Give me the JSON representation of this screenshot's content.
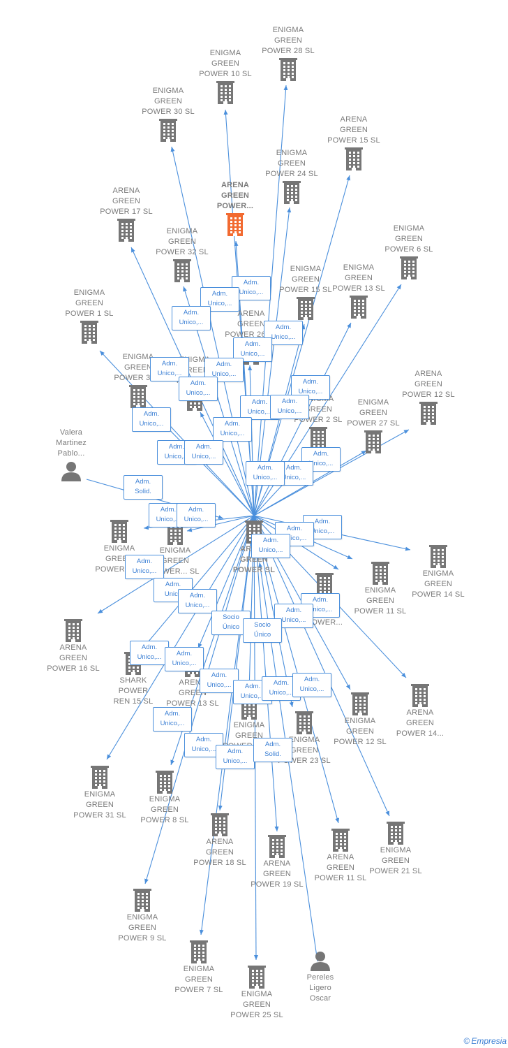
{
  "colors": {
    "edge": "#4a8fdc",
    "building": "#767676",
    "central_building": "#f26a31",
    "badge_text": "#3b7fd4",
    "label": "#7a7a7a"
  },
  "nodes": [
    {
      "id": "enigma28",
      "label": "ENIGMA\nGREEN\nPOWER 28  SL",
      "kind": "company"
    },
    {
      "id": "enigma10",
      "label": "ENIGMA\nGREEN\nPOWER 10  SL",
      "kind": "company"
    },
    {
      "id": "enigma30",
      "label": "ENIGMA\nGREEN\nPOWER 30  SL",
      "kind": "company"
    },
    {
      "id": "arena15",
      "label": "ARENA\nGREEN\nPOWER 15  SL",
      "kind": "company"
    },
    {
      "id": "enigma24",
      "label": "ENIGMA\nGREEN\nPOWER 24  SL",
      "kind": "company"
    },
    {
      "id": "arenaFocus",
      "label": "ARENA\nGREEN\nPOWER...",
      "kind": "focus"
    },
    {
      "id": "arena17",
      "label": "ARENA\nGREEN\nPOWER 17  SL",
      "kind": "company"
    },
    {
      "id": "enigma32",
      "label": "ENIGMA\nGREEN\nPOWER 32  SL",
      "kind": "company"
    },
    {
      "id": "enigma6",
      "label": "ENIGMA\nGREEN\nPOWER 6  SL",
      "kind": "company"
    },
    {
      "id": "enigma15",
      "label": "ENIGMA\nGREEN\nPOWER 15  SL",
      "kind": "company"
    },
    {
      "id": "enigma13",
      "label": "ENIGMA\nGREEN\nPOWER 13  SL",
      "kind": "company"
    },
    {
      "id": "enigma1",
      "label": "ENIGMA\nGREEN\nPOWER 1  SL",
      "kind": "company"
    },
    {
      "id": "arena26",
      "label": "ARENA\nGREEN\nPOWER 26  SL",
      "kind": "company"
    },
    {
      "id": "enigma3",
      "label": "ENIGMA\nGREEN\nPOWER 3  SL",
      "kind": "company"
    },
    {
      "id": "enigmaP",
      "label": "ENIGMA\nGREEN\nPOWER...",
      "kind": "company"
    },
    {
      "id": "arena12",
      "label": "ARENA\nGREEN\nPOWER 12  SL",
      "kind": "company"
    },
    {
      "id": "enigma27",
      "label": "ENIGMA\nGREEN\nPOWER 27  SL",
      "kind": "company"
    },
    {
      "id": "enigma2x",
      "label": "ENIGMA\nGREEN\nPOWER 2  SL",
      "kind": "company"
    },
    {
      "id": "valera",
      "label": "Valera\nMartinez\nPablo...",
      "kind": "person"
    },
    {
      "id": "central",
      "label": "ARENA\nGREEN\nPOWER  SL",
      "kind": "central"
    },
    {
      "id": "enigma2",
      "label": "ENIGMA\nGREEN\nPOWER 2  SL",
      "kind": "company"
    },
    {
      "id": "enigmaSL",
      "label": "ENIGMA\nGREEN\nPOWER...  SL",
      "kind": "company"
    },
    {
      "id": "enigma14",
      "label": "ENIGMA\nGREEN\nPOWER 14  SL",
      "kind": "company"
    },
    {
      "id": "enigma11",
      "label": "ENIGMA\nGREEN\nPOWER 11  SL",
      "kind": "company"
    },
    {
      "id": "enigmaX",
      "label": "ENIGMA\nGREEN\nPOWER...",
      "kind": "company"
    },
    {
      "id": "arena16",
      "label": "ARENA\nGREEN\nPOWER 16  SL",
      "kind": "company"
    },
    {
      "id": "shark15",
      "label": "SHARK\nPOWER\nREN 15  SL",
      "kind": "company"
    },
    {
      "id": "arena13",
      "label": "ARENA\nGREEN\nPOWER 13  SL",
      "kind": "company"
    },
    {
      "id": "arena14",
      "label": "ARENA\nGREEN\nPOWER 14...",
      "kind": "company"
    },
    {
      "id": "enigma12",
      "label": "ENIGMA\nGREEN\nPOWER 12  SL",
      "kind": "company"
    },
    {
      "id": "enigma33",
      "label": "ENIGMA\nGREEN\nPOWER 33  SL",
      "kind": "company"
    },
    {
      "id": "enigma23",
      "label": "ENIGMA\nGREEN\nPOWER 23  SL",
      "kind": "company"
    },
    {
      "id": "enigma31",
      "label": "ENIGMA\nGREEN\nPOWER 31  SL",
      "kind": "company"
    },
    {
      "id": "enigma8",
      "label": "ENIGMA\nGREEN\nPOWER 8  SL",
      "kind": "company"
    },
    {
      "id": "arena18",
      "label": "ARENA\nGREEN\nPOWER 18  SL",
      "kind": "company"
    },
    {
      "id": "arena19",
      "label": "ARENA\nGREEN\nPOWER 19  SL",
      "kind": "company"
    },
    {
      "id": "arena11",
      "label": "ARENA\nGREEN\nPOWER 11  SL",
      "kind": "company"
    },
    {
      "id": "enigma21",
      "label": "ENIGMA\nGREEN\nPOWER 21  SL",
      "kind": "company"
    },
    {
      "id": "enigma9",
      "label": "ENIGMA\nGREEN\nPOWER 9  SL",
      "kind": "company"
    },
    {
      "id": "enigma7",
      "label": "ENIGMA\nGREEN\nPOWER 7  SL",
      "kind": "company"
    },
    {
      "id": "enigma25",
      "label": "ENIGMA\nGREEN\nPOWER 25  SL",
      "kind": "company"
    },
    {
      "id": "pereles",
      "label": "Pereles\nLigero\nOscar",
      "kind": "person"
    }
  ],
  "edges": [
    {
      "from": "central",
      "to": "enigma28",
      "label": "Adm.\nUnico,..."
    },
    {
      "from": "central",
      "to": "enigma10",
      "label": "Adm.\nUnico,..."
    },
    {
      "from": "central",
      "to": "enigma30",
      "label": "Adm.\nUnico,..."
    },
    {
      "from": "central",
      "to": "arena15",
      "label": "Adm.\nUnico,..."
    },
    {
      "from": "central",
      "to": "enigma24",
      "label": "Adm.\nUnico,..."
    },
    {
      "from": "central",
      "to": "arenaFocus",
      "label": "Adm.\nUnico,..."
    },
    {
      "from": "central",
      "to": "arena17",
      "label": "Adm.\nUnico,..."
    },
    {
      "from": "central",
      "to": "enigma32",
      "label": "Adm.\nUnico,..."
    },
    {
      "from": "central",
      "to": "enigma6",
      "label": "Adm.\nUnico,..."
    },
    {
      "from": "central",
      "to": "enigma15",
      "label": "Adm.\nUnico,..."
    },
    {
      "from": "central",
      "to": "enigma13",
      "label": "Adm.\nUnico,..."
    },
    {
      "from": "central",
      "to": "enigma1",
      "label": "Adm.\nUnico,..."
    },
    {
      "from": "central",
      "to": "arena26",
      "label": "Adm.\nUnico,..."
    },
    {
      "from": "central",
      "to": "enigma3",
      "label": "Adm.\nUnico,..."
    },
    {
      "from": "central",
      "to": "enigmaP",
      "label": "Adm.\nUnico,..."
    },
    {
      "from": "central",
      "to": "arena12",
      "label": "Adm.\nUnico,..."
    },
    {
      "from": "central",
      "to": "enigma27",
      "label": "Adm.\nUnico,..."
    },
    {
      "from": "central",
      "to": "enigma2x",
      "label": "Adm.\nUnico,..."
    },
    {
      "from": "valera",
      "to": "central",
      "label": "Adm.\nSolid."
    },
    {
      "from": "central",
      "to": "enigma2",
      "label": "Adm.\nUnico,..."
    },
    {
      "from": "central",
      "to": "enigmaSL",
      "label": "Adm.\nUnico,..."
    },
    {
      "from": "central",
      "to": "enigma14",
      "label": "Adm.\nUnico,..."
    },
    {
      "from": "central",
      "to": "enigma11",
      "label": "Adm.\nUnico,..."
    },
    {
      "from": "central",
      "to": "enigmaX",
      "label": "Adm.\nUnico,..."
    },
    {
      "from": "central",
      "to": "arena16",
      "label": "Adm.\nUnico,..."
    },
    {
      "from": "central",
      "to": "shark15",
      "label": "Adm.\nUnico"
    },
    {
      "from": "central",
      "to": "arena13",
      "label": "Adm.\nUnico,..."
    },
    {
      "from": "central",
      "to": "arena14",
      "label": "Adm.\nUnico,..."
    },
    {
      "from": "central",
      "to": "enigma12",
      "label": "Adm.\nUnico,..."
    },
    {
      "from": "central",
      "to": "enigma33",
      "label": "Socio\nÚnico"
    },
    {
      "from": "central",
      "to": "enigma23",
      "label": "Socio\nÚnico"
    },
    {
      "from": "central",
      "to": "enigma31",
      "label": "Adm.\nUnico,..."
    },
    {
      "from": "central",
      "to": "enigma8",
      "label": "Adm.\nUnico,..."
    },
    {
      "from": "central",
      "to": "arena18",
      "label": "Adm.\nUnico,..."
    },
    {
      "from": "central",
      "to": "arena19",
      "label": "Adm.\nUnico,..."
    },
    {
      "from": "central",
      "to": "arena11",
      "label": "Adm.\nUnico,..."
    },
    {
      "from": "central",
      "to": "enigma21",
      "label": "Adm.\nUnico,..."
    },
    {
      "from": "central",
      "to": "enigma9",
      "label": "Adm.\nUnico,..."
    },
    {
      "from": "central",
      "to": "enigma7",
      "label": "Adm.\nUnico,..."
    },
    {
      "from": "central",
      "to": "enigma25",
      "label": "Adm.\nUnico,..."
    },
    {
      "from": "pereles",
      "to": "central",
      "label": "Adm.\nSolid."
    }
  ],
  "brand": {
    "copyright": "©",
    "name": "Empresia"
  }
}
